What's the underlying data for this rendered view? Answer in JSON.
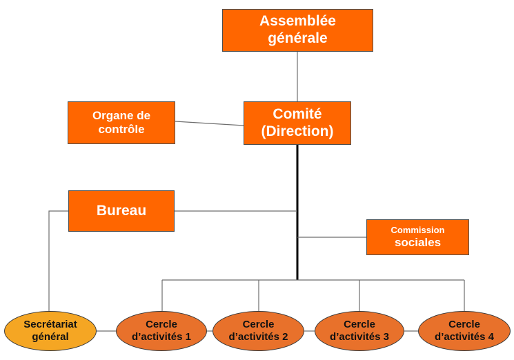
{
  "nodes": {
    "assemblee": {
      "line1": "Assemblée",
      "line2": "générale"
    },
    "comite": {
      "line1": "Comité",
      "line2": "(Direction)"
    },
    "organe": {
      "line1": "Organe de",
      "line2": "contrôle"
    },
    "bureau": {
      "line1": "Bureau"
    },
    "commission": {
      "line1": "Commission",
      "line2": "sociales"
    },
    "secretariat": {
      "line1": "Secrétariat",
      "line2": "général"
    },
    "cercles": [
      {
        "line1": "Cercle",
        "line2": "d’activités 1"
      },
      {
        "line1": "Cercle",
        "line2": "d’activités 2"
      },
      {
        "line1": "Cercle",
        "line2": "d’activités 3"
      },
      {
        "line1": "Cercle",
        "line2": "d’activités 4"
      }
    ]
  },
  "colors": {
    "box_fill": "#ff6600",
    "cercle_fill": "#e8712b",
    "secretariat_fill": "#f5a623",
    "connector": "#6d6d6d",
    "main_connector": "#000000"
  }
}
